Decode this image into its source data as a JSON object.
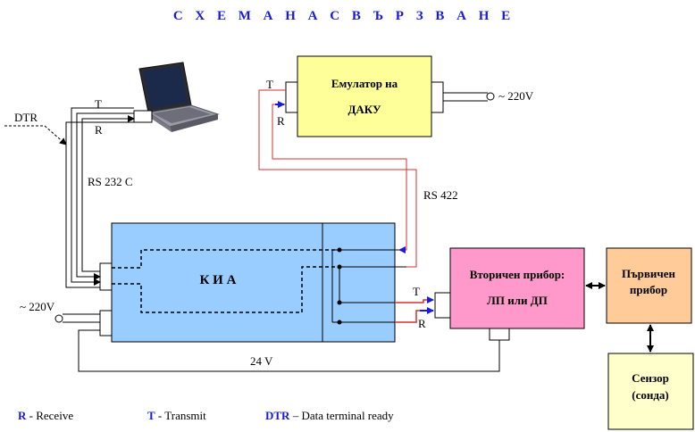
{
  "title": "С Х Е М А  Н А  С В Ъ Р З В А Н Е",
  "blocks": {
    "emulator": {
      "line1": "Емулатор на",
      "line2": "ДАКУ"
    },
    "kia": {
      "label": "К И А"
    },
    "secondary": {
      "line1": "Вторичен прибор:",
      "line2": "ЛП или ДП"
    },
    "primary": {
      "line1": "Първичен",
      "line2": "прибор"
    },
    "sensor": {
      "line1": "Сензор",
      "line2": "(сонда)"
    }
  },
  "labels": {
    "dtr": "DTR",
    "t_laptop": "T",
    "r_laptop": "R",
    "rs232": "RS 232 C",
    "t_emulator": "T",
    "r_emulator": "R",
    "ac_emulator": "~ 220V",
    "rs422": "RS 422",
    "ac_kia": "~ 220V",
    "t_secondary": "T",
    "r_secondary": "R",
    "v24": "24 V"
  },
  "legend": {
    "r_key": "R",
    "r_desc": " - Receive",
    "t_key": "T",
    "t_desc": " - Transmit",
    "dtr_key": "DTR",
    "dtr_desc": " – Data terminal ready"
  },
  "colors": {
    "kia": "#99ccff",
    "emulator": "#ffff99",
    "secondary": "#ff99cc",
    "primary": "#ffcc99",
    "sensor": "#ffffcc",
    "rs422_line": "#d62f2f",
    "title": "#1a1adc"
  }
}
